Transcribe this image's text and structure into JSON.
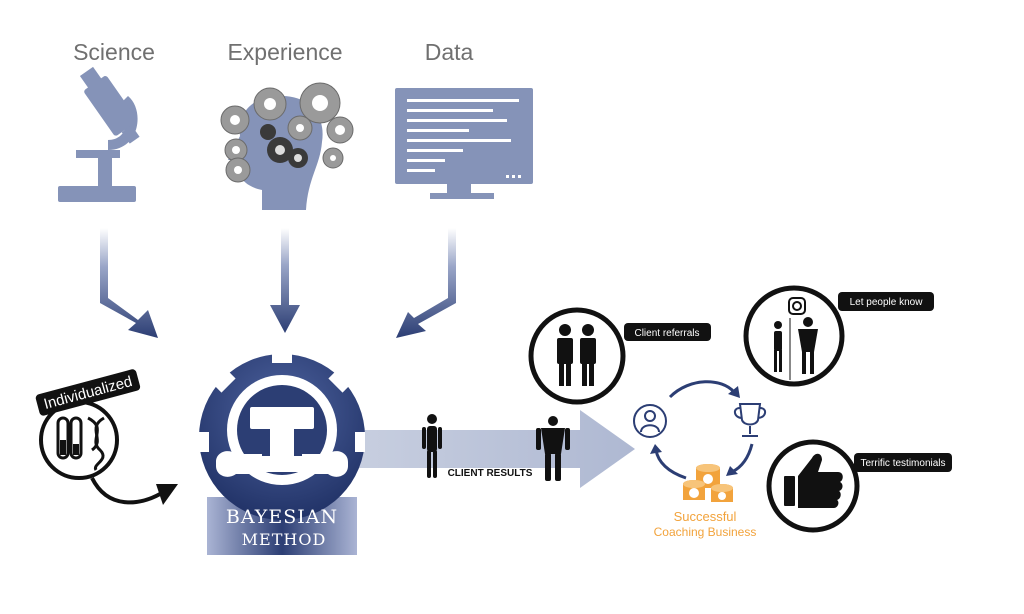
{
  "inputs": {
    "science": "Science",
    "experience": "Experience",
    "data": "Data"
  },
  "individualized": "Individualized",
  "method": {
    "line1": "Bayesian",
    "line2": "Method"
  },
  "client_results": "CLIENT RESULTS",
  "business": {
    "line1": "Successful",
    "line2": "Coaching Business"
  },
  "outcomes": {
    "referrals": "Client referrals",
    "let_people_know": "Let people know",
    "testimonials": "Terrific testimonials"
  },
  "colors": {
    "slate": "#8593B8",
    "navy": "#2C3E74",
    "orange": "#F2A33C",
    "gray_text": "#707070"
  }
}
